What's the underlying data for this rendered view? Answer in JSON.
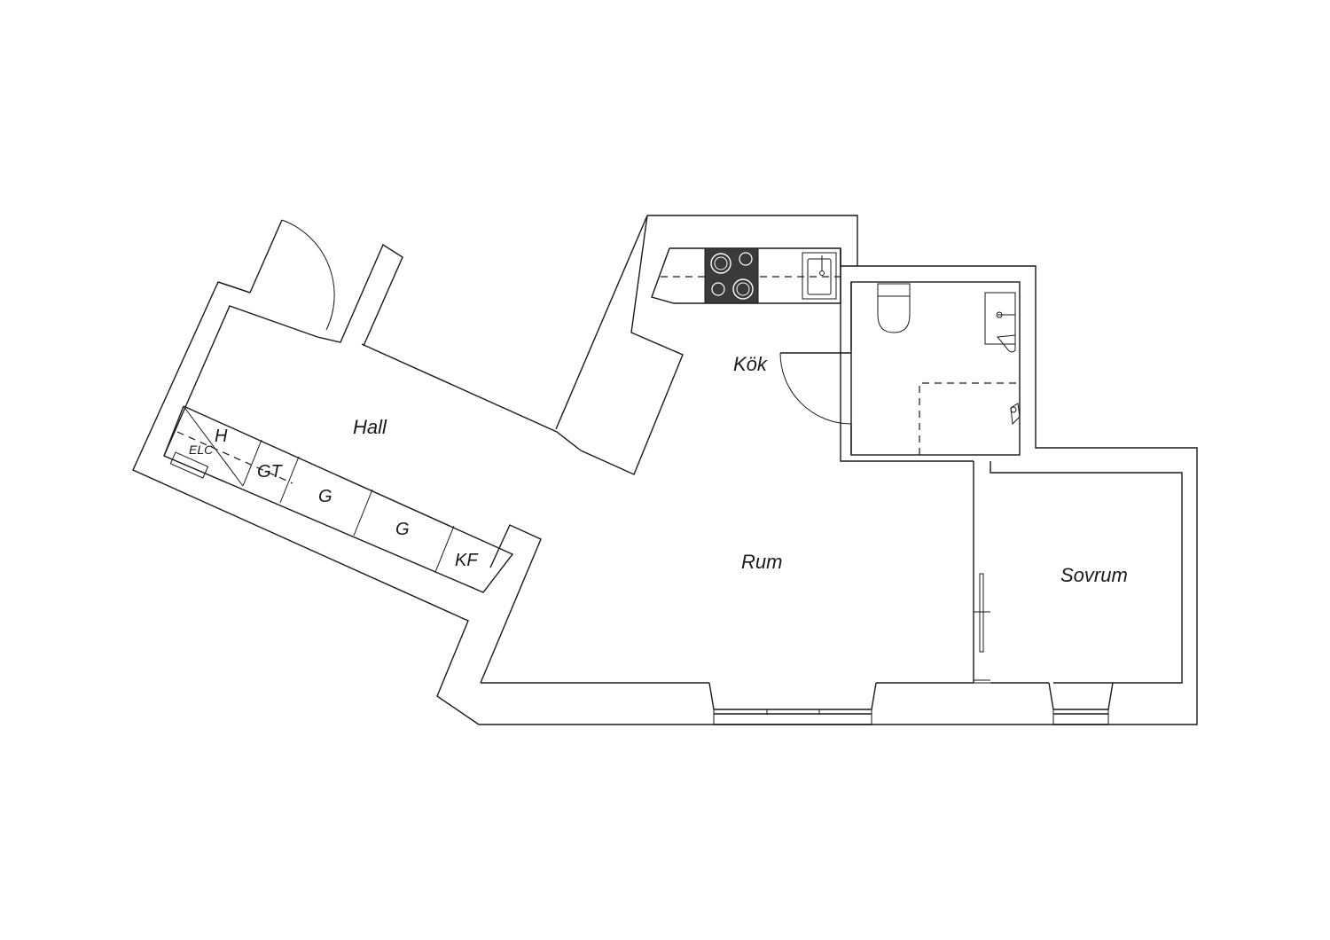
{
  "rooms": {
    "hall": "Hall",
    "kok": "Kök",
    "rum": "Rum",
    "sovrum": "Sovrum"
  },
  "storage": {
    "h": "H",
    "elc": "ELC",
    "gt": "GT",
    "g1": "G",
    "g2": "G",
    "kf": "KF"
  },
  "colors": {
    "line": "#1a1a1a",
    "background": "#ffffff",
    "stove": "#3a3a3a"
  }
}
